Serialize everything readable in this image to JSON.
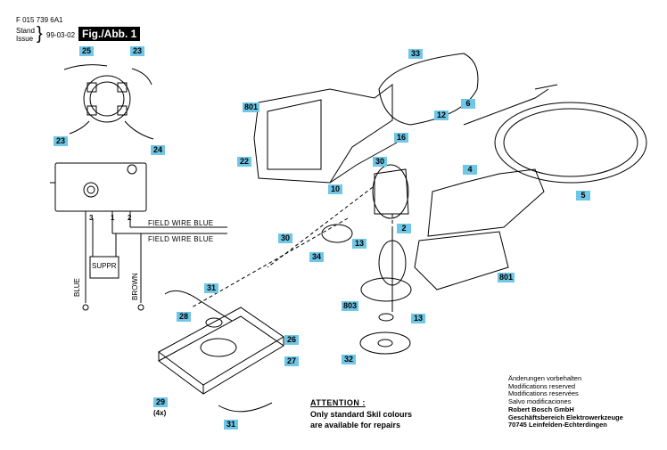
{
  "header": {
    "doc_number": "F 015 739 6A1",
    "stand_label": "Stand",
    "issue_label": "Issue",
    "brace": "}",
    "date": "99-03-02",
    "figure_label": "Fig./Abb. 1"
  },
  "callouts": {
    "p25": "25",
    "p23a": "23",
    "p23b": "23",
    "p24": "24",
    "p33": "33",
    "p801a": "801",
    "p12": "12",
    "p6": "6",
    "p16": "16",
    "p22": "22",
    "p30a": "30",
    "p10": "10",
    "p4": "4",
    "p5": "5",
    "p30b": "30",
    "p13a": "13",
    "p2": "2",
    "p34": "34",
    "p31a": "31",
    "p28": "28",
    "p26": "26",
    "p27": "27",
    "p803": "803",
    "p13b": "13",
    "p32": "32",
    "p801b": "801",
    "p29": "29",
    "p31b": "31"
  },
  "p29_qty": "(4x)",
  "schematic": {
    "t1": "1",
    "t2": "2",
    "t3": "3",
    "field_wire_1": "FIELD WIRE BLUE",
    "field_wire_2": "FIELD WIRE BLUE",
    "suppr": "SUPPR",
    "blue": "BLUE",
    "brown": "BROWN"
  },
  "attention": {
    "title": "ATTENTION :",
    "line1": "Only standard Skil colours",
    "line2": "are available for repairs"
  },
  "address": {
    "l1": "Änderungen vorbehalten",
    "l2": "Modifications reserved",
    "l3": "Modifications reservées",
    "l4": "Salvo modificaciones",
    "l5": "Robert Bosch GmbH",
    "l6": "Geschäftsbereich Elektrowerkzeuge",
    "l7": "70745 Leinfelden-Echterdingen"
  },
  "colors": {
    "callout_bg": "#6fc6e6",
    "ink": "#000000"
  }
}
